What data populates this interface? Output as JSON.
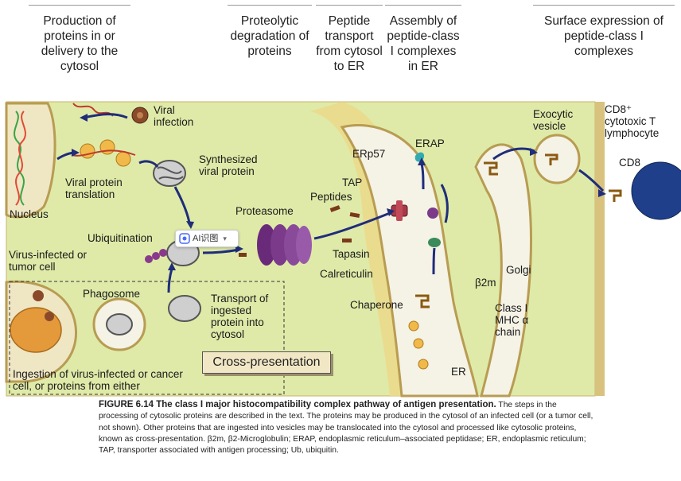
{
  "headers": {
    "production": "Production of proteins in or delivery to the cytosol",
    "degradation": "Proteolytic degradation of proteins",
    "transport": "Peptide transport from cytosol to ER",
    "assembly": "Assembly of peptide-class I complexes in ER",
    "surface": "Surface expression of peptide-class I complexes"
  },
  "labels": {
    "viral_infection": "Viral infection",
    "nucleus": "Nucleus",
    "viral_protein_translation": "Viral protein translation",
    "synthesized_viral_protein": "Synthesized viral protein",
    "ubiquitination": "Ubiquitination",
    "proteasome": "Proteasome",
    "virus_infected": "Virus-infected or tumor cell",
    "phagosome": "Phagosome",
    "transport_ingested": "Transport of ingested protein into cytosol",
    "ingestion": "Ingestion of virus-infected or cancer cell, or proteins from either",
    "cross_presentation": "Cross-presentation",
    "erp57": "ERp57",
    "erap": "ERAP",
    "tap": "TAP",
    "peptides": "Peptides",
    "tapasin": "Tapasin",
    "calreticulin": "Calreticulin",
    "chaperone": "Chaperone",
    "b2m": "β2m",
    "class1_mhc": "Class I MHC α chain",
    "er": "ER",
    "golgi": "Golgi",
    "exocytic_vesicle": "Exocytic vesicle",
    "cd8_cell": "CD8⁺ cytotoxic T lymphocyte",
    "cd8": "CD8"
  },
  "ai_button": {
    "icon": "ai-assistant-icon",
    "label": "AI识图"
  },
  "caption": {
    "title": "FIGURE 6.14 The class I major histocompatibility complex pathway of antigen presentation.",
    "body": " The steps in the processing of cytosolic proteins are described in the text. The proteins may be produced in the cytosol of an infected cell (or a tumor cell, not shown). Other proteins that are ingested into vesicles may be translocated into the cytosol and processed like cytosolic proteins, known as cross-presentation. ",
    "abbrev": "β2m, β2-Microglobulin; ERAP, endoplasmic reticulum–associated peptidase; ER, endoplasmic reticulum; TAP, transporter associated with antigen processing; Ub, ubiquitin."
  },
  "colors": {
    "cytosol": "#dfeaa8",
    "membrane": "#d8c27e",
    "er": "#f3f0e4",
    "extracell": "#ffffff",
    "proteasome": "#7b3a8a",
    "arrow": "#1f2d7a"
  }
}
